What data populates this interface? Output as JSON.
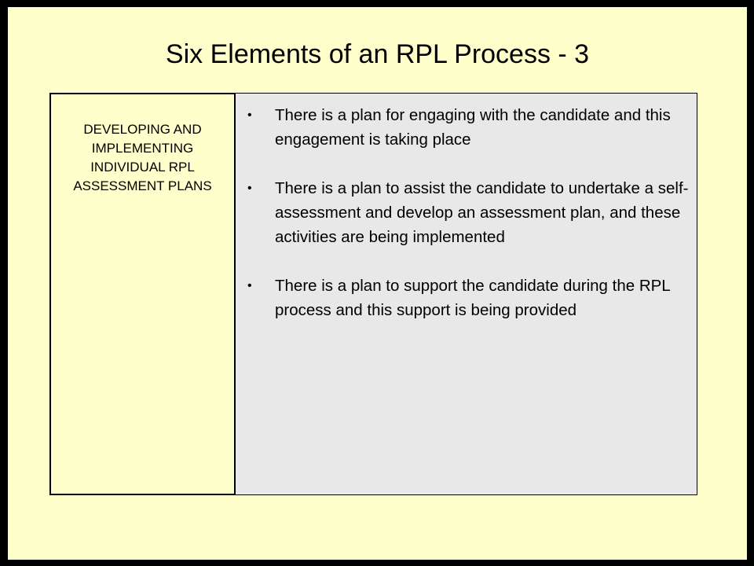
{
  "slide": {
    "title": "Six Elements of an RPL Process - 3",
    "left_label": "DEVELOPING AND IMPLEMENTING INDIVIDUAL RPL ASSESSMENT PLANS",
    "bullet_symbol": "•",
    "bullets": [
      "There is a plan for engaging with the candidate and this engagement is taking place",
      "There is a plan to assist the candidate to undertake a self-assessment and develop an assessment plan, and these activities are being implemented",
      "There is a plan to support the candidate during the RPL process and this support is being provided"
    ]
  },
  "colors": {
    "background": "#FFFFCC",
    "content_panel": "#E8E8E8",
    "frame": "#000000"
  }
}
